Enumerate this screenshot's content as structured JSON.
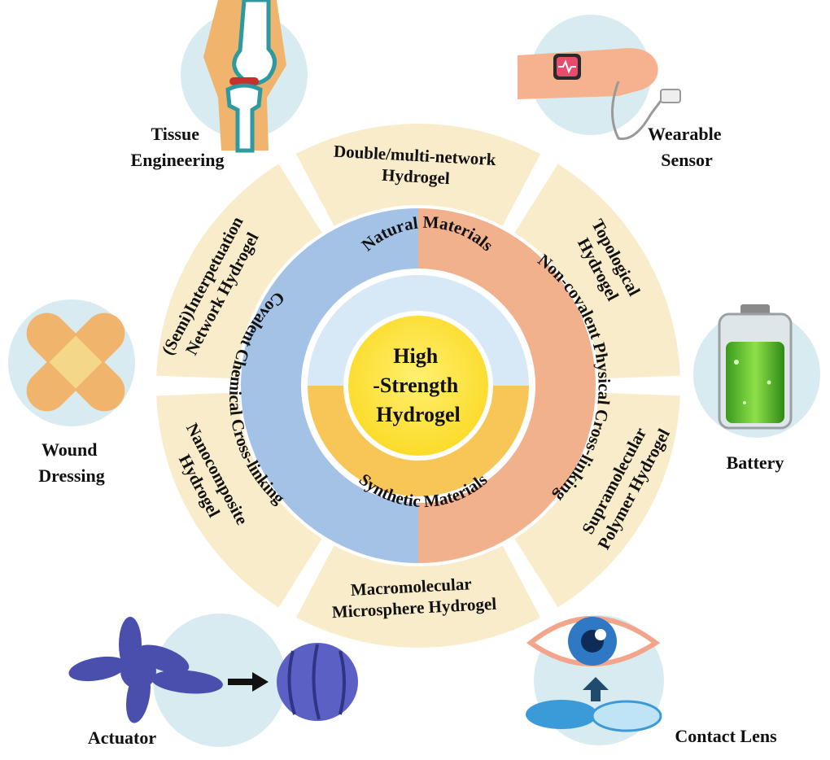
{
  "center": {
    "line1": "High",
    "line2": "-Strength",
    "line3": "Hydrogel"
  },
  "inner_ring": {
    "top": "Natural Materials",
    "bottom": "Synthetic Materials"
  },
  "middle_ring": {
    "left": "Covalent Chemical Cross-linking",
    "right": "Non-covalent Physical Cross-linking"
  },
  "outer_ring": {
    "top": [
      "Double/multi-network",
      "Hydrogel"
    ],
    "top_right": [
      "Topological",
      "Hydrogel"
    ],
    "bottom_right": [
      "Supramolecular",
      "Polymer Hydrogel"
    ],
    "bottom": [
      "Macromolecular",
      "Microsphere Hydrogel"
    ],
    "bottom_left": [
      "Nanocomposite",
      "Hydrogel"
    ],
    "top_left": [
      "(Semi)Interpetuation",
      "Network Hydrogel"
    ]
  },
  "applications": {
    "tissue": [
      "Tissue",
      "Engineering"
    ],
    "wearable": [
      "Wearable",
      "Sensor"
    ],
    "battery": "Battery",
    "wound": [
      "Wound",
      "Dressing"
    ],
    "actuator": "Actuator",
    "lens": "Contact Lens"
  },
  "colors": {
    "outer_segment": "#f8eccb",
    "covalent": "#a4c2e6",
    "non_covalent": "#f2b18d",
    "natural": "#d7e8f6",
    "synthetic": "#f7c656",
    "core": "#fde33a",
    "app_circle": "#d8ebf1"
  }
}
